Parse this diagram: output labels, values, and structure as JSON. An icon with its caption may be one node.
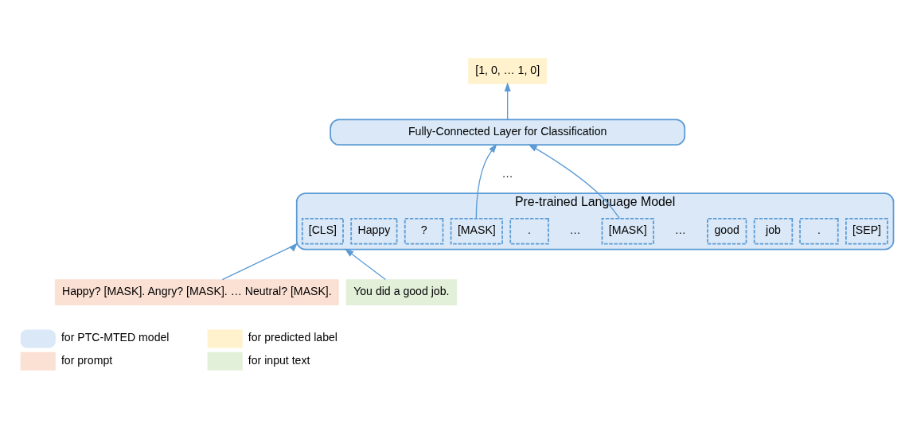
{
  "diagram": {
    "nodes": [
      {
        "text": [
          "[1, 0, … 1, 0]"
        ]
      },
      {
        "text": [
          "Fully-Connected Layer for Classification"
        ]
      },
      {
        "text": [
          "Pre-trained Language Model"
        ]
      },
      {
        "text": [
          "[CLS]"
        ],
        "in": 2
      },
      {
        "text": [
          "Happy"
        ],
        "in": 2
      },
      {
        "text": [
          "?"
        ],
        "in": 2
      },
      {
        "text": [
          "[MASK]"
        ],
        "in": 2
      },
      {
        "text": [
          "."
        ],
        "in": 2
      },
      {
        "text": [
          "[MASK]"
        ],
        "in": 2
      },
      {
        "text": [
          "good"
        ],
        "in": 2
      },
      {
        "text": [
          "job"
        ],
        "in": 2
      },
      {
        "text": [
          "."
        ],
        "in": 2
      },
      {
        "text": [
          "[SEP]"
        ],
        "in": 2
      },
      {
        "text": [
          "Happy? [MASK]. Angry? [MASK]. … Neutral? [MASK]."
        ]
      },
      {
        "text": [
          "You did a good job."
        ]
      }
    ],
    "edges": [
      {
        "from": 13,
        "to": 2,
        "arrow": "to"
      },
      {
        "from": 14,
        "to": 2,
        "arrow": "to"
      },
      {
        "from": 6,
        "to": 1,
        "arrow": "to"
      },
      {
        "from": 8,
        "to": 1,
        "arrow": "to"
      },
      {
        "from": 1,
        "to": 0,
        "arrow": "to"
      }
    ],
    "labels": [
      "…",
      "…",
      "…"
    ],
    "legend": [
      {
        "text": "for PTC-MTED model",
        "color": "#dae8f7"
      },
      {
        "text": "for predicted label",
        "color": "#fff2cc"
      },
      {
        "text": "for prompt",
        "color": "#fbe0d4"
      },
      {
        "text": "for input text",
        "color": "#e2efd9"
      }
    ]
  }
}
